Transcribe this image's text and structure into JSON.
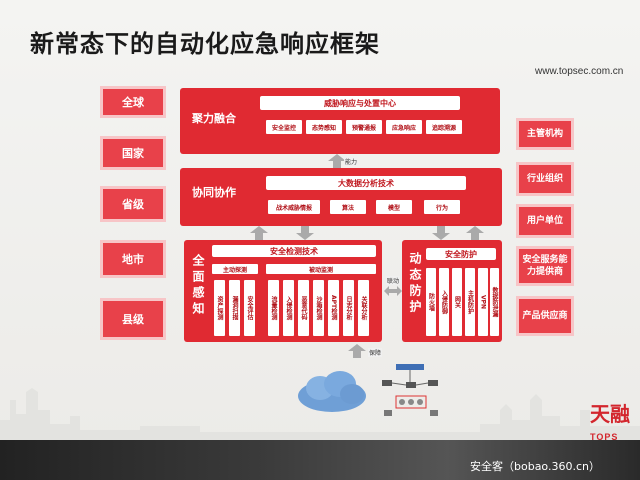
{
  "title": "新常态下的自动化应急响应框架",
  "url": "www.topsec.com.cn",
  "left_levels": [
    "全球",
    "国家",
    "省级",
    "地市",
    "县级"
  ],
  "right_orgs": [
    "主管机构",
    "行业组织",
    "用户单位",
    "安全服务能力提供商",
    "产品供应商"
  ],
  "top_panel": {
    "title": "聚力融合",
    "header": "威胁响应与处置中心",
    "items": [
      "安全监控",
      "态势感知",
      "预警通报",
      "应急响应",
      "追踪溯源"
    ]
  },
  "mid_panel": {
    "title": "协同协作",
    "header": "大数据分析技术",
    "items": [
      "战术威胁情报",
      "算法",
      "模型",
      "行为"
    ]
  },
  "detect_panel": {
    "title": "全面感知",
    "header": "安全检测技术",
    "active_label": "主动探测",
    "passive_label": "被动监测",
    "active_items": [
      "资产探测",
      "漏洞扫描",
      "安全评估"
    ],
    "passive_items": [
      "流量检测",
      "入侵检测",
      "恶意代码",
      "沙箱检测",
      "APT检测",
      "日志分析",
      "关联分析"
    ]
  },
  "defend_panel": {
    "title": "动态防护",
    "header": "安全防护",
    "items": [
      "防火墙",
      "入侵防御",
      "网关",
      "主机防护",
      "VPN",
      "数据防泄漏"
    ]
  },
  "arrow_labels": [
    "能力",
    "联动",
    "保障"
  ],
  "logo": "天融",
  "logo_sub": "TOPS",
  "watermark": "安全客（bobao.360.cn）",
  "colors": {
    "accent": "#e02a32",
    "box": "#e8414a"
  }
}
